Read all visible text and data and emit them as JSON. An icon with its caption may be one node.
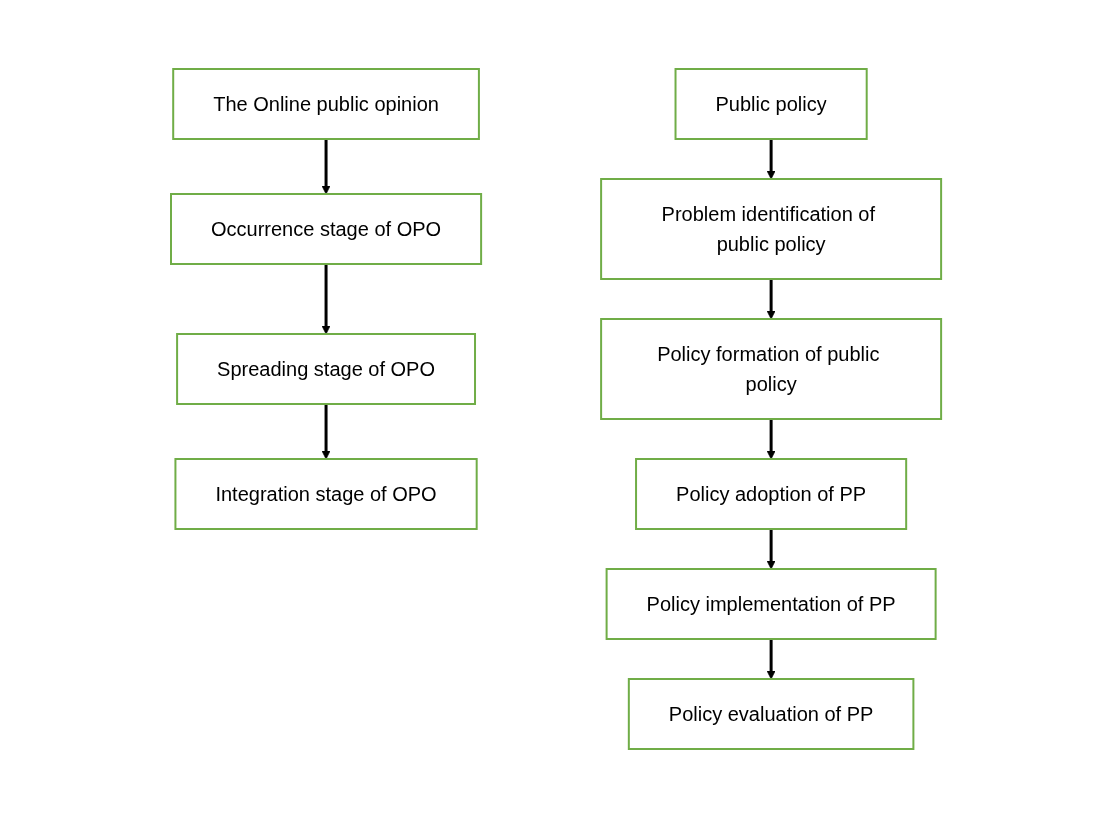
{
  "diagram": {
    "nodes": [
      {
        "text": [
          "The Online public opinion"
        ]
      },
      {
        "text": [
          "Occurrence stage of OPO"
        ]
      },
      {
        "text": [
          "Spreading stage of OPO"
        ]
      },
      {
        "text": [
          "Integration stage of OPO"
        ]
      },
      {
        "text": [
          "Public policy"
        ]
      },
      {
        "text": [
          "Problem identification of public policy"
        ]
      },
      {
        "text": [
          "Policy formation of public policy"
        ]
      },
      {
        "text": [
          "Policy adoption of PP"
        ]
      },
      {
        "text": [
          "Policy implementation of PP"
        ]
      },
      {
        "text": [
          "Policy evaluation of PP"
        ]
      }
    ],
    "edges": [
      {
        "from": 0,
        "to": 1,
        "arrow": "to"
      },
      {
        "from": 1,
        "to": 2,
        "arrow": "to"
      },
      {
        "from": 2,
        "to": 3,
        "arrow": "to"
      },
      {
        "from": 4,
        "to": 5,
        "arrow": "to"
      },
      {
        "from": 5,
        "to": 6,
        "arrow": "to"
      },
      {
        "from": 6,
        "to": 7,
        "arrow": "to"
      },
      {
        "from": 7,
        "to": 8,
        "arrow": "to"
      },
      {
        "from": 8,
        "to": 9,
        "arrow": "to"
      }
    ]
  }
}
